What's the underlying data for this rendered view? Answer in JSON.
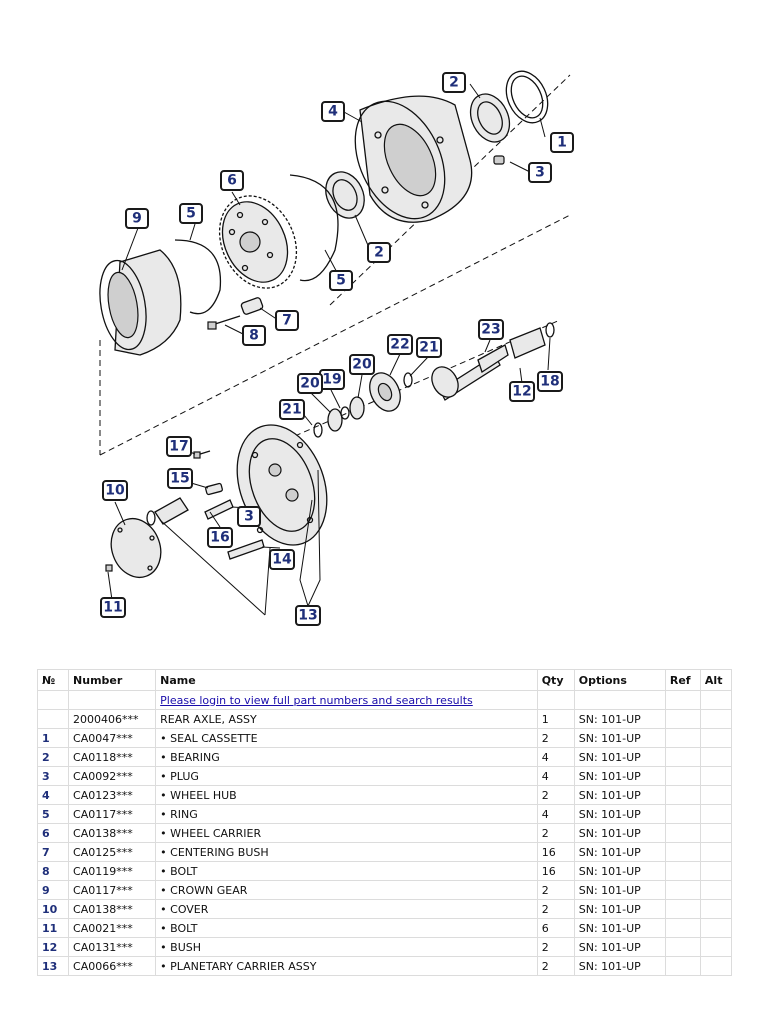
{
  "diagram": {
    "callouts": [
      "1",
      "2",
      "3",
      "4",
      "5",
      "6",
      "7",
      "8",
      "9",
      "10",
      "11",
      "12",
      "13",
      "14",
      "15",
      "16",
      "17",
      "18",
      "19",
      "20",
      "21",
      "22",
      "23"
    ]
  },
  "table": {
    "headers": [
      "№",
      "Number",
      "Name",
      "Qty",
      "Options",
      "Ref",
      "Alt"
    ],
    "login_link": "Please login to view full part numbers and search results",
    "rows": [
      {
        "idx": "",
        "number": "2000406***",
        "name": "REAR AXLE, ASSY",
        "qty": "1",
        "options": "SN: 101-UP"
      },
      {
        "idx": "1",
        "number": "CA0047***",
        "name": "• SEAL CASSETTE",
        "qty": "2",
        "options": "SN: 101-UP"
      },
      {
        "idx": "2",
        "number": "CA0118***",
        "name": "• BEARING",
        "qty": "4",
        "options": "SN: 101-UP"
      },
      {
        "idx": "3",
        "number": "CA0092***",
        "name": "• PLUG",
        "qty": "4",
        "options": "SN: 101-UP"
      },
      {
        "idx": "4",
        "number": "CA0123***",
        "name": "• WHEEL HUB",
        "qty": "2",
        "options": "SN: 101-UP"
      },
      {
        "idx": "5",
        "number": "CA0117***",
        "name": "• RING",
        "qty": "4",
        "options": "SN: 101-UP"
      },
      {
        "idx": "6",
        "number": "CA0138***",
        "name": "• WHEEL CARRIER",
        "qty": "2",
        "options": "SN: 101-UP"
      },
      {
        "idx": "7",
        "number": "CA0125***",
        "name": "• CENTERING BUSH",
        "qty": "16",
        "options": "SN: 101-UP"
      },
      {
        "idx": "8",
        "number": "CA0119***",
        "name": "• BOLT",
        "qty": "16",
        "options": "SN: 101-UP"
      },
      {
        "idx": "9",
        "number": "CA0117***",
        "name": "• CROWN GEAR",
        "qty": "2",
        "options": "SN: 101-UP"
      },
      {
        "idx": "10",
        "number": "CA0138***",
        "name": "• COVER",
        "qty": "2",
        "options": "SN: 101-UP"
      },
      {
        "idx": "11",
        "number": "CA0021***",
        "name": "• BOLT",
        "qty": "6",
        "options": "SN: 101-UP"
      },
      {
        "idx": "12",
        "number": "CA0131***",
        "name": "• BUSH",
        "qty": "2",
        "options": "SN: 101-UP"
      },
      {
        "idx": "13",
        "number": "CA0066***",
        "name": "• PLANETARY CARRIER ASSY",
        "qty": "2",
        "options": "SN: 101-UP"
      }
    ]
  }
}
